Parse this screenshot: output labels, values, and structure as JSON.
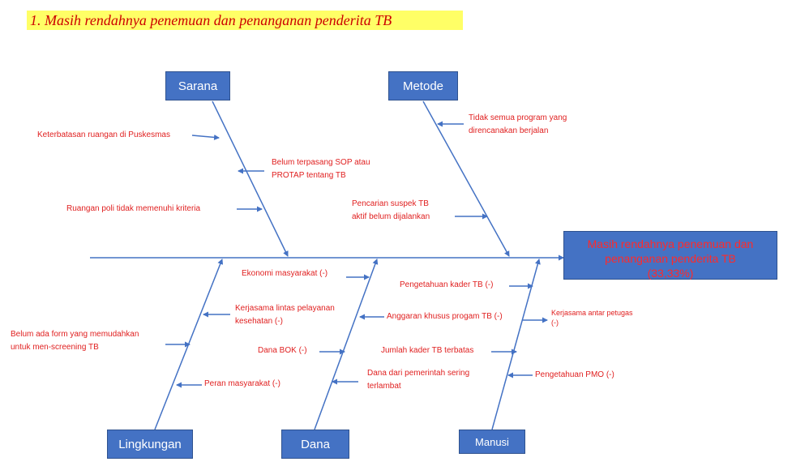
{
  "title": "1. Masih rendahnya penemuan dan penanganan penderita TB",
  "effect": {
    "line1": "Masih rendahnya penemuan dan",
    "line2": "penanganan penderita TB",
    "line3": "(33,33%)"
  },
  "categories": {
    "sarana": "Sarana",
    "metode": "Metode",
    "lingkungan": "Lingkungan",
    "dana": "Dana",
    "manusi": "Manusi"
  },
  "causes": {
    "sarana": [
      "Keterbatasan ruangan di Puskesmas",
      [
        "Belum terpasang SOP atau",
        "PROTAP tentang TB"
      ],
      "Ruangan poli tidak memenuhi kriteria"
    ],
    "metode": [
      [
        "Tidak semua program yang",
        "direncanakan berjalan"
      ],
      [
        "Pencarian suspek TB",
        "aktif belum dijalankan"
      ]
    ],
    "lingkungan": [
      [
        "Kerjasama lintas pelayanan",
        "kesehatan (-)"
      ],
      [
        "Belum ada form yang memudahkan",
        "untuk  men-screening TB"
      ],
      "Peran masyarakat (-)"
    ],
    "dana": [
      "Ekonomi masyarakat (-)",
      "Dana BOK (-)",
      [
        "Dana dari pemerintah sering",
        "terlambat"
      ]
    ],
    "manusi": [
      "Pengetahuan kader TB (-)",
      "Anggaran khusus progam TB (-)",
      [
        "Kerjasama antar petugas",
        "(-)"
      ],
      "Jumlah kader TB terbatas",
      "Pengetahuan PMO (-)"
    ]
  },
  "colors": {
    "line": "#4472c4",
    "box": "#4472c4",
    "cause_text": "#e02020",
    "title_bg": "#ffff66",
    "title_text": "#cc0000"
  }
}
